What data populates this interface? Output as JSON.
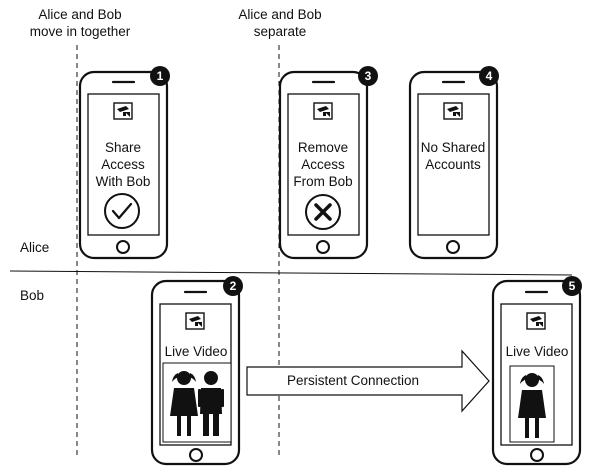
{
  "annotations": {
    "move_in": [
      "Alice and Bob",
      "move in together"
    ],
    "separate": [
      "Alice and Bob",
      "separate"
    ]
  },
  "rows": {
    "alice": "Alice",
    "bob": "Bob"
  },
  "phones": {
    "p1": {
      "badge": "1",
      "lines": [
        "Share",
        "Access",
        "With Bob"
      ],
      "status": "check"
    },
    "p2": {
      "badge": "2",
      "lines": [
        "Live Video"
      ],
      "people": "two"
    },
    "p3": {
      "badge": "3",
      "lines": [
        "Remove",
        "Access",
        "From Bob"
      ],
      "status": "cross"
    },
    "p4": {
      "badge": "4",
      "lines": [
        "No Shared",
        "Accounts"
      ]
    },
    "p5": {
      "badge": "5",
      "lines": [
        "Live Video"
      ],
      "people": "one"
    }
  },
  "connection": {
    "label": "Persistent Connection"
  },
  "icons": {
    "camera": "security-camera-icon",
    "check": "checkmark-icon",
    "cross": "cross-icon",
    "people": "person-figure-icon"
  }
}
